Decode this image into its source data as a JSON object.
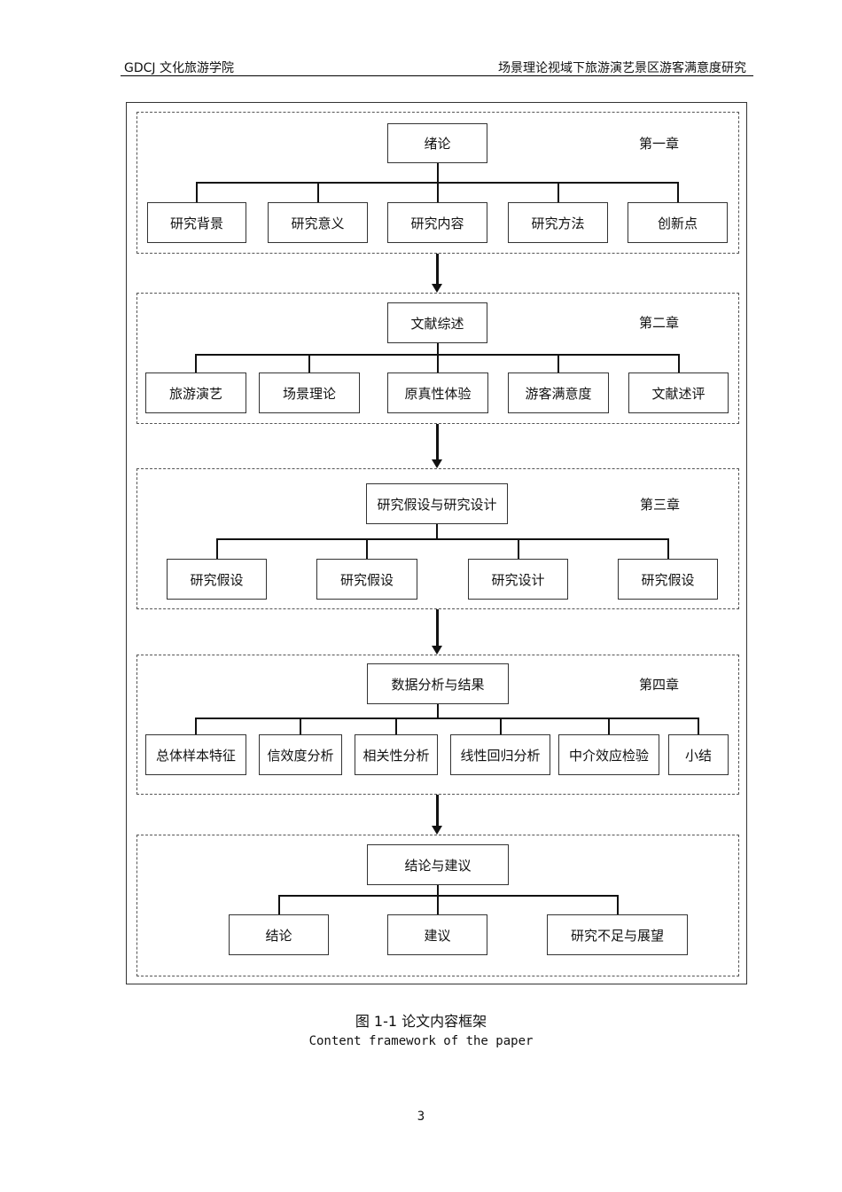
{
  "header": {
    "institution": "GDCJ 文化旅游学院",
    "thesis_title": "场景理论视域下旅游演艺景区游客满意度研究"
  },
  "sections": [
    {
      "chapter": "第一章",
      "main": "绪论",
      "children": [
        "研究背景",
        "研究意义",
        "研究内容",
        "研究方法",
        "创新点"
      ]
    },
    {
      "chapter": "第二章",
      "main": "文献综述",
      "children": [
        "旅游演艺",
        "场景理论",
        "原真性体验",
        "游客满意度",
        "文献述评"
      ]
    },
    {
      "chapter": "第三章",
      "main": "研究假设与研究设计",
      "children": [
        "研究假设",
        "研究假设",
        "研究设计",
        "研究假设"
      ]
    },
    {
      "chapter": "第四章",
      "main": "数据分析与结果",
      "children": [
        "总体样本特征",
        "信效度分析",
        "相关性分析",
        "线性回归分析",
        "中介效应检验",
        "小结"
      ]
    },
    {
      "chapter": "",
      "main": "结论与建议",
      "children": [
        "结论",
        "建议",
        "研究不足与展望"
      ]
    }
  ],
  "caption": {
    "cn": "图 1-1 论文内容框架",
    "en": "Content framework of the paper"
  },
  "page_number": "3"
}
